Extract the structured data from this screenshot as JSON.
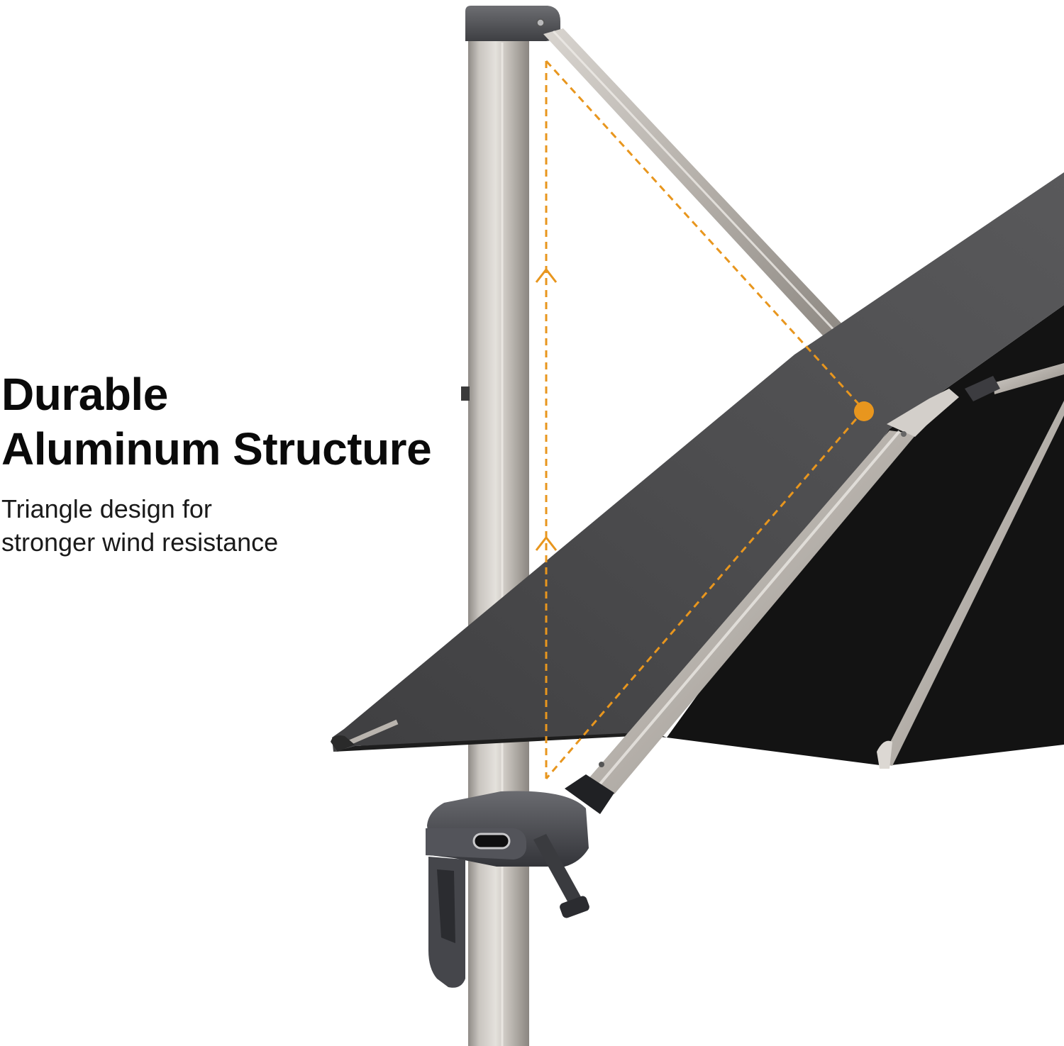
{
  "feature": {
    "title_line_1": "Durable",
    "title_line_2": "Aluminum Structure",
    "subtitle_line_1": "Triangle design for",
    "subtitle_line_2": "stronger wind resistance"
  },
  "colors": {
    "accent": "#E8961E",
    "canopy": "#4a4a4c",
    "canopy_underside": "#141414",
    "pole": "#c9c5c0",
    "text": "#0a0a0a"
  }
}
